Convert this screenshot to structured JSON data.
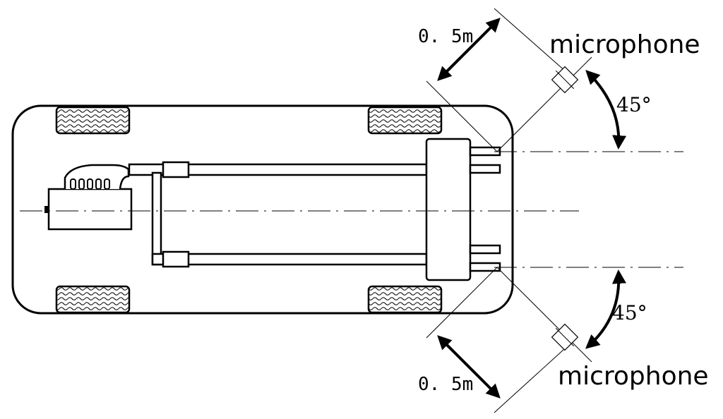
{
  "labels": {
    "mic_top": "microphone",
    "mic_bottom": "microphone",
    "dist_top": "0. 5m",
    "dist_bottom": "0. 5m",
    "angle_top": "45°",
    "angle_bottom": "45°"
  },
  "microphones": {
    "distance_m": 0.5,
    "angle_deg": 45
  }
}
